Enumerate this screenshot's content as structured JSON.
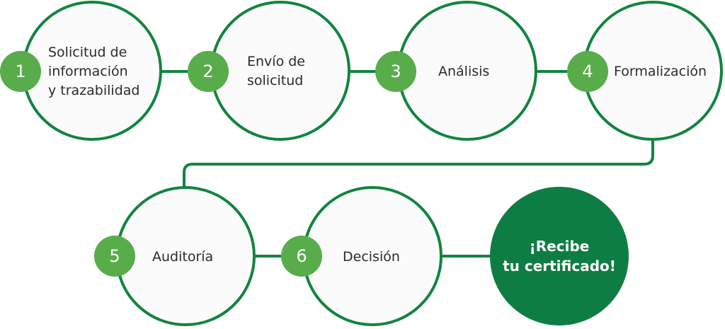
{
  "colors": {
    "stroke": "#12843f",
    "badge": "#58ad4a",
    "final_fill": "#0e7d43",
    "circle_fill": "#fbfbfb",
    "text": "#2b2b2b"
  },
  "steps": [
    {
      "number": "1",
      "label": "Solicitud de\ninformación\ny trazabilidad"
    },
    {
      "number": "2",
      "label": "Envío de\nsolicitud"
    },
    {
      "number": "3",
      "label": "Análisis"
    },
    {
      "number": "4",
      "label": "Formalización"
    },
    {
      "number": "5",
      "label": "Auditoría"
    },
    {
      "number": "6",
      "label": "Decisión"
    }
  ],
  "final": {
    "label": "¡Recibe\ntu certificado!"
  }
}
